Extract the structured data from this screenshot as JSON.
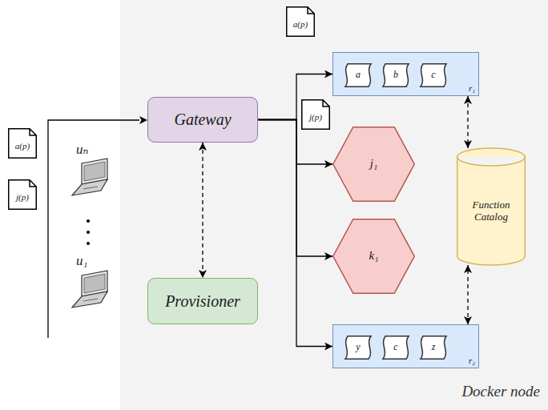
{
  "diagram": {
    "nodes": [
      {
        "text": [
          "a(p)"
        ]
      },
      {
        "text": [
          "j(p)"
        ]
      },
      {
        "text": [
          "Docker node"
        ]
      },
      {
        "text": [
          "Gateway"
        ],
        "in": 2
      },
      {
        "text": [
          "Provisioner"
        ],
        "in": 2
      },
      {
        "text": [
          "a(p)"
        ],
        "in": 2
      },
      {
        "text": [
          "j(p)"
        ],
        "in": 2
      },
      {
        "text": [
          "r₁"
        ],
        "in": 2
      },
      {
        "text": [
          "a"
        ],
        "in": 7
      },
      {
        "text": [
          "b"
        ],
        "in": 7
      },
      {
        "text": [
          "c"
        ],
        "in": 7
      },
      {
        "text": [
          "j₁"
        ],
        "in": 2
      },
      {
        "text": [
          "k₁"
        ],
        "in": 2
      },
      {
        "text": [
          "r₂"
        ],
        "in": 2
      },
      {
        "text": [
          "y"
        ],
        "in": 13
      },
      {
        "text": [
          "c"
        ],
        "in": 13
      },
      {
        "text": [
          "z"
        ],
        "in": 13
      },
      {
        "text": [
          "Function Catalog"
        ],
        "in": 2
      }
    ],
    "edges": [
      {
        "from": 3,
        "to": 7,
        "arrow": "to"
      },
      {
        "from": 3,
        "to": 11,
        "arrow": "to"
      },
      {
        "from": 3,
        "to": 12,
        "arrow": "to"
      },
      {
        "from": 3,
        "to": 13,
        "arrow": "to"
      },
      {
        "from": 3,
        "to": 4,
        "arrow": "both"
      },
      {
        "from": 7,
        "to": 17,
        "arrow": "both"
      },
      {
        "from": 13,
        "to": 17,
        "arrow": "both"
      }
    ],
    "labels": [
      "uₙ",
      "u₁"
    ]
  }
}
